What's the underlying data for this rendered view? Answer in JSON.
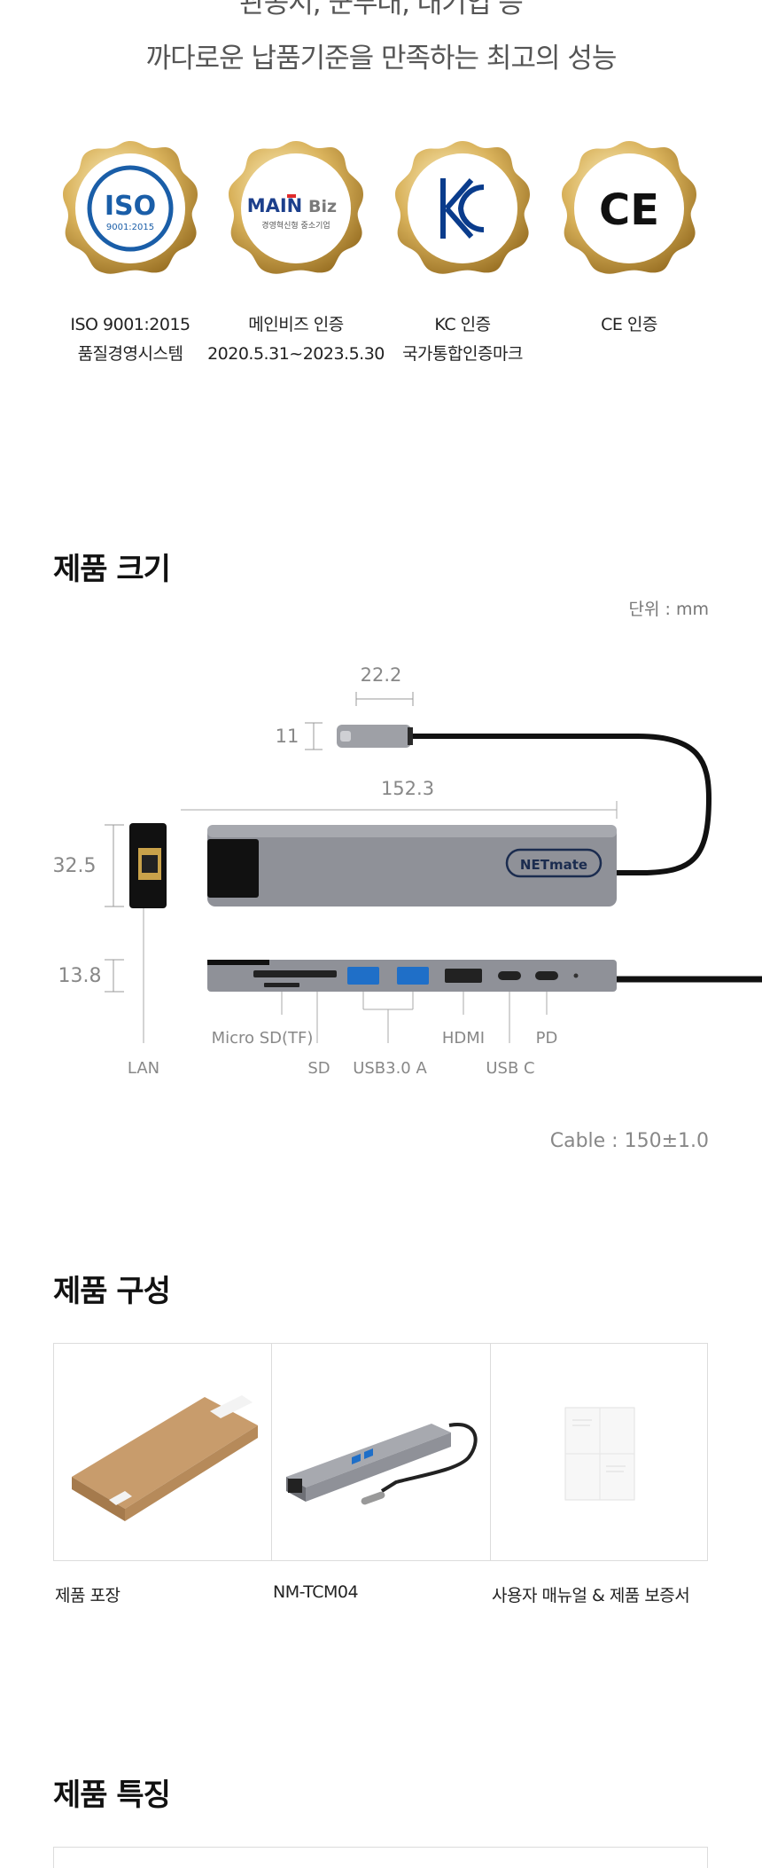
{
  "intro": {
    "line1": "관공서, 군부대, 대기업 등",
    "line2": "까다로운 납품기준을 만족하는 최고의 성능"
  },
  "certifications": [
    {
      "badge_text": "ISO",
      "badge_sub": "9001:2015",
      "caption_line1": "ISO 9001:2015",
      "caption_line2": "품질경영시스템",
      "color": "#1a5ea8"
    },
    {
      "badge_text": "MAIN",
      "badge_text2": "Biz",
      "badge_sub": "경영혁신형 중소기업",
      "caption_line1": "메인비즈 인증",
      "caption_line2": "2020.5.31~2023.5.30",
      "color": "#1c3f8c"
    },
    {
      "badge_text": "KC",
      "caption_line1": "KC 인증",
      "caption_line2": "국가통합인증마크",
      "color": "#0a3c8c"
    },
    {
      "badge_text": "CE",
      "caption_line1": "CE 인증",
      "caption_line2": "",
      "color": "#111111"
    }
  ],
  "size_section": {
    "title": "제품 크기",
    "unit": "단위 : mm",
    "dimensions": {
      "connector_length": "22.2",
      "connector_height": "11",
      "body_length": "152.3",
      "body_height": "32.5",
      "side_height": "13.8"
    },
    "port_labels": {
      "lan": "LAN",
      "micro_sd": "Micro SD(TF)",
      "sd": "SD",
      "usb3": "USB3.0 A",
      "hdmi": "HDMI",
      "usb_c": "USB C",
      "pd": "PD"
    },
    "brand": "NETmate",
    "cable": "Cable : 150±1.0"
  },
  "components_section": {
    "title": "제품 구성",
    "items": [
      {
        "label": "제품 포장"
      },
      {
        "label": "NM-TCM04"
      },
      {
        "label": "사용자 매뉴얼 & 제품 보증서"
      }
    ]
  },
  "features_section": {
    "title": "제품 특징"
  },
  "colors": {
    "gold": "#c9a24a",
    "hub_gray": "#8f9198",
    "text_gray": "#777777"
  }
}
